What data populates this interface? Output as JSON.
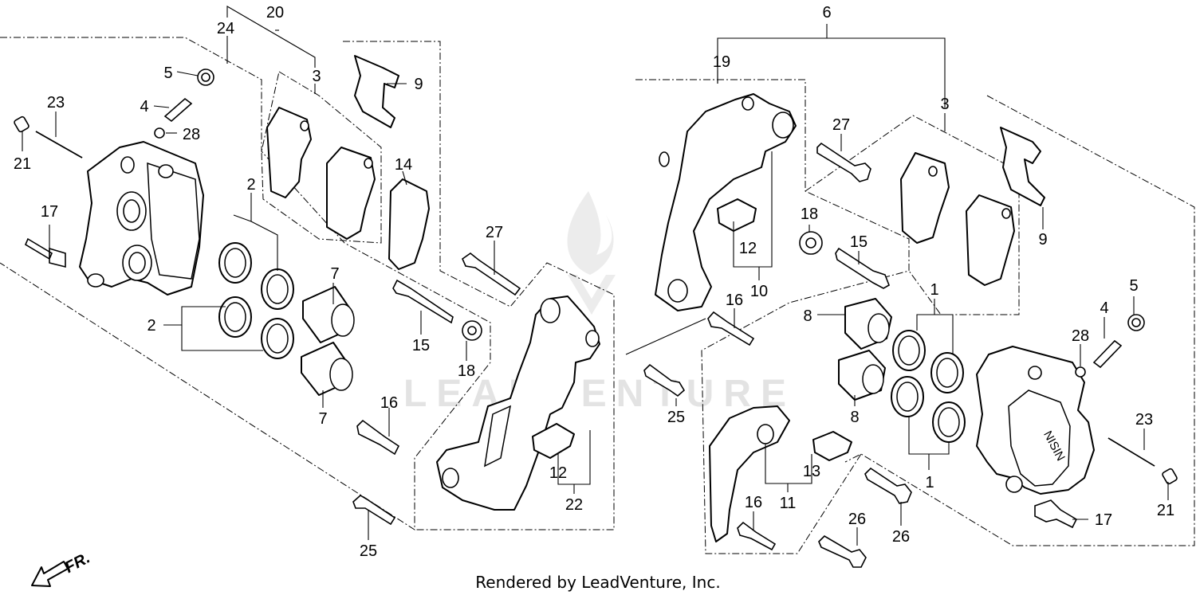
{
  "diagram": {
    "type": "exploded parts diagram",
    "callouts": {
      "c1a": "1",
      "c1b": "1",
      "c2a": "2",
      "c2b": "2",
      "c3a": "3",
      "c3b": "3",
      "c4a": "4",
      "c4b": "4",
      "c5a": "5",
      "c5b": "5",
      "c6": "6",
      "c7a": "7",
      "c7b": "7",
      "c8a": "8",
      "c8b": "8",
      "c9a": "9",
      "c9b": "9",
      "c10": "10",
      "c11": "11",
      "c12a": "12",
      "c12b": "12",
      "c13": "13",
      "c14": "14",
      "c15a": "15",
      "c15b": "15",
      "c16a": "16",
      "c16b": "16",
      "c16c": "16",
      "c17a": "17",
      "c17b": "17",
      "c18a": "18",
      "c18b": "18",
      "c19": "19",
      "c20": "20",
      "c21a": "21",
      "c21b": "21",
      "c22": "22",
      "c23a": "23",
      "c23b": "23",
      "c24": "24",
      "c25a": "25",
      "c25b": "25",
      "c26a": "26",
      "c26b": "26",
      "c27a": "27",
      "c27b": "27",
      "c28a": "28",
      "c28b": "28"
    },
    "direction_label": "FR.",
    "caliper_emboss": "NISIN",
    "watermark_text": "LEADVENTURE",
    "footer": "Rendered by LeadVenture, Inc."
  },
  "colors": {
    "line": "#000000",
    "background": "#ffffff",
    "watermark": "#e3e3e3"
  }
}
